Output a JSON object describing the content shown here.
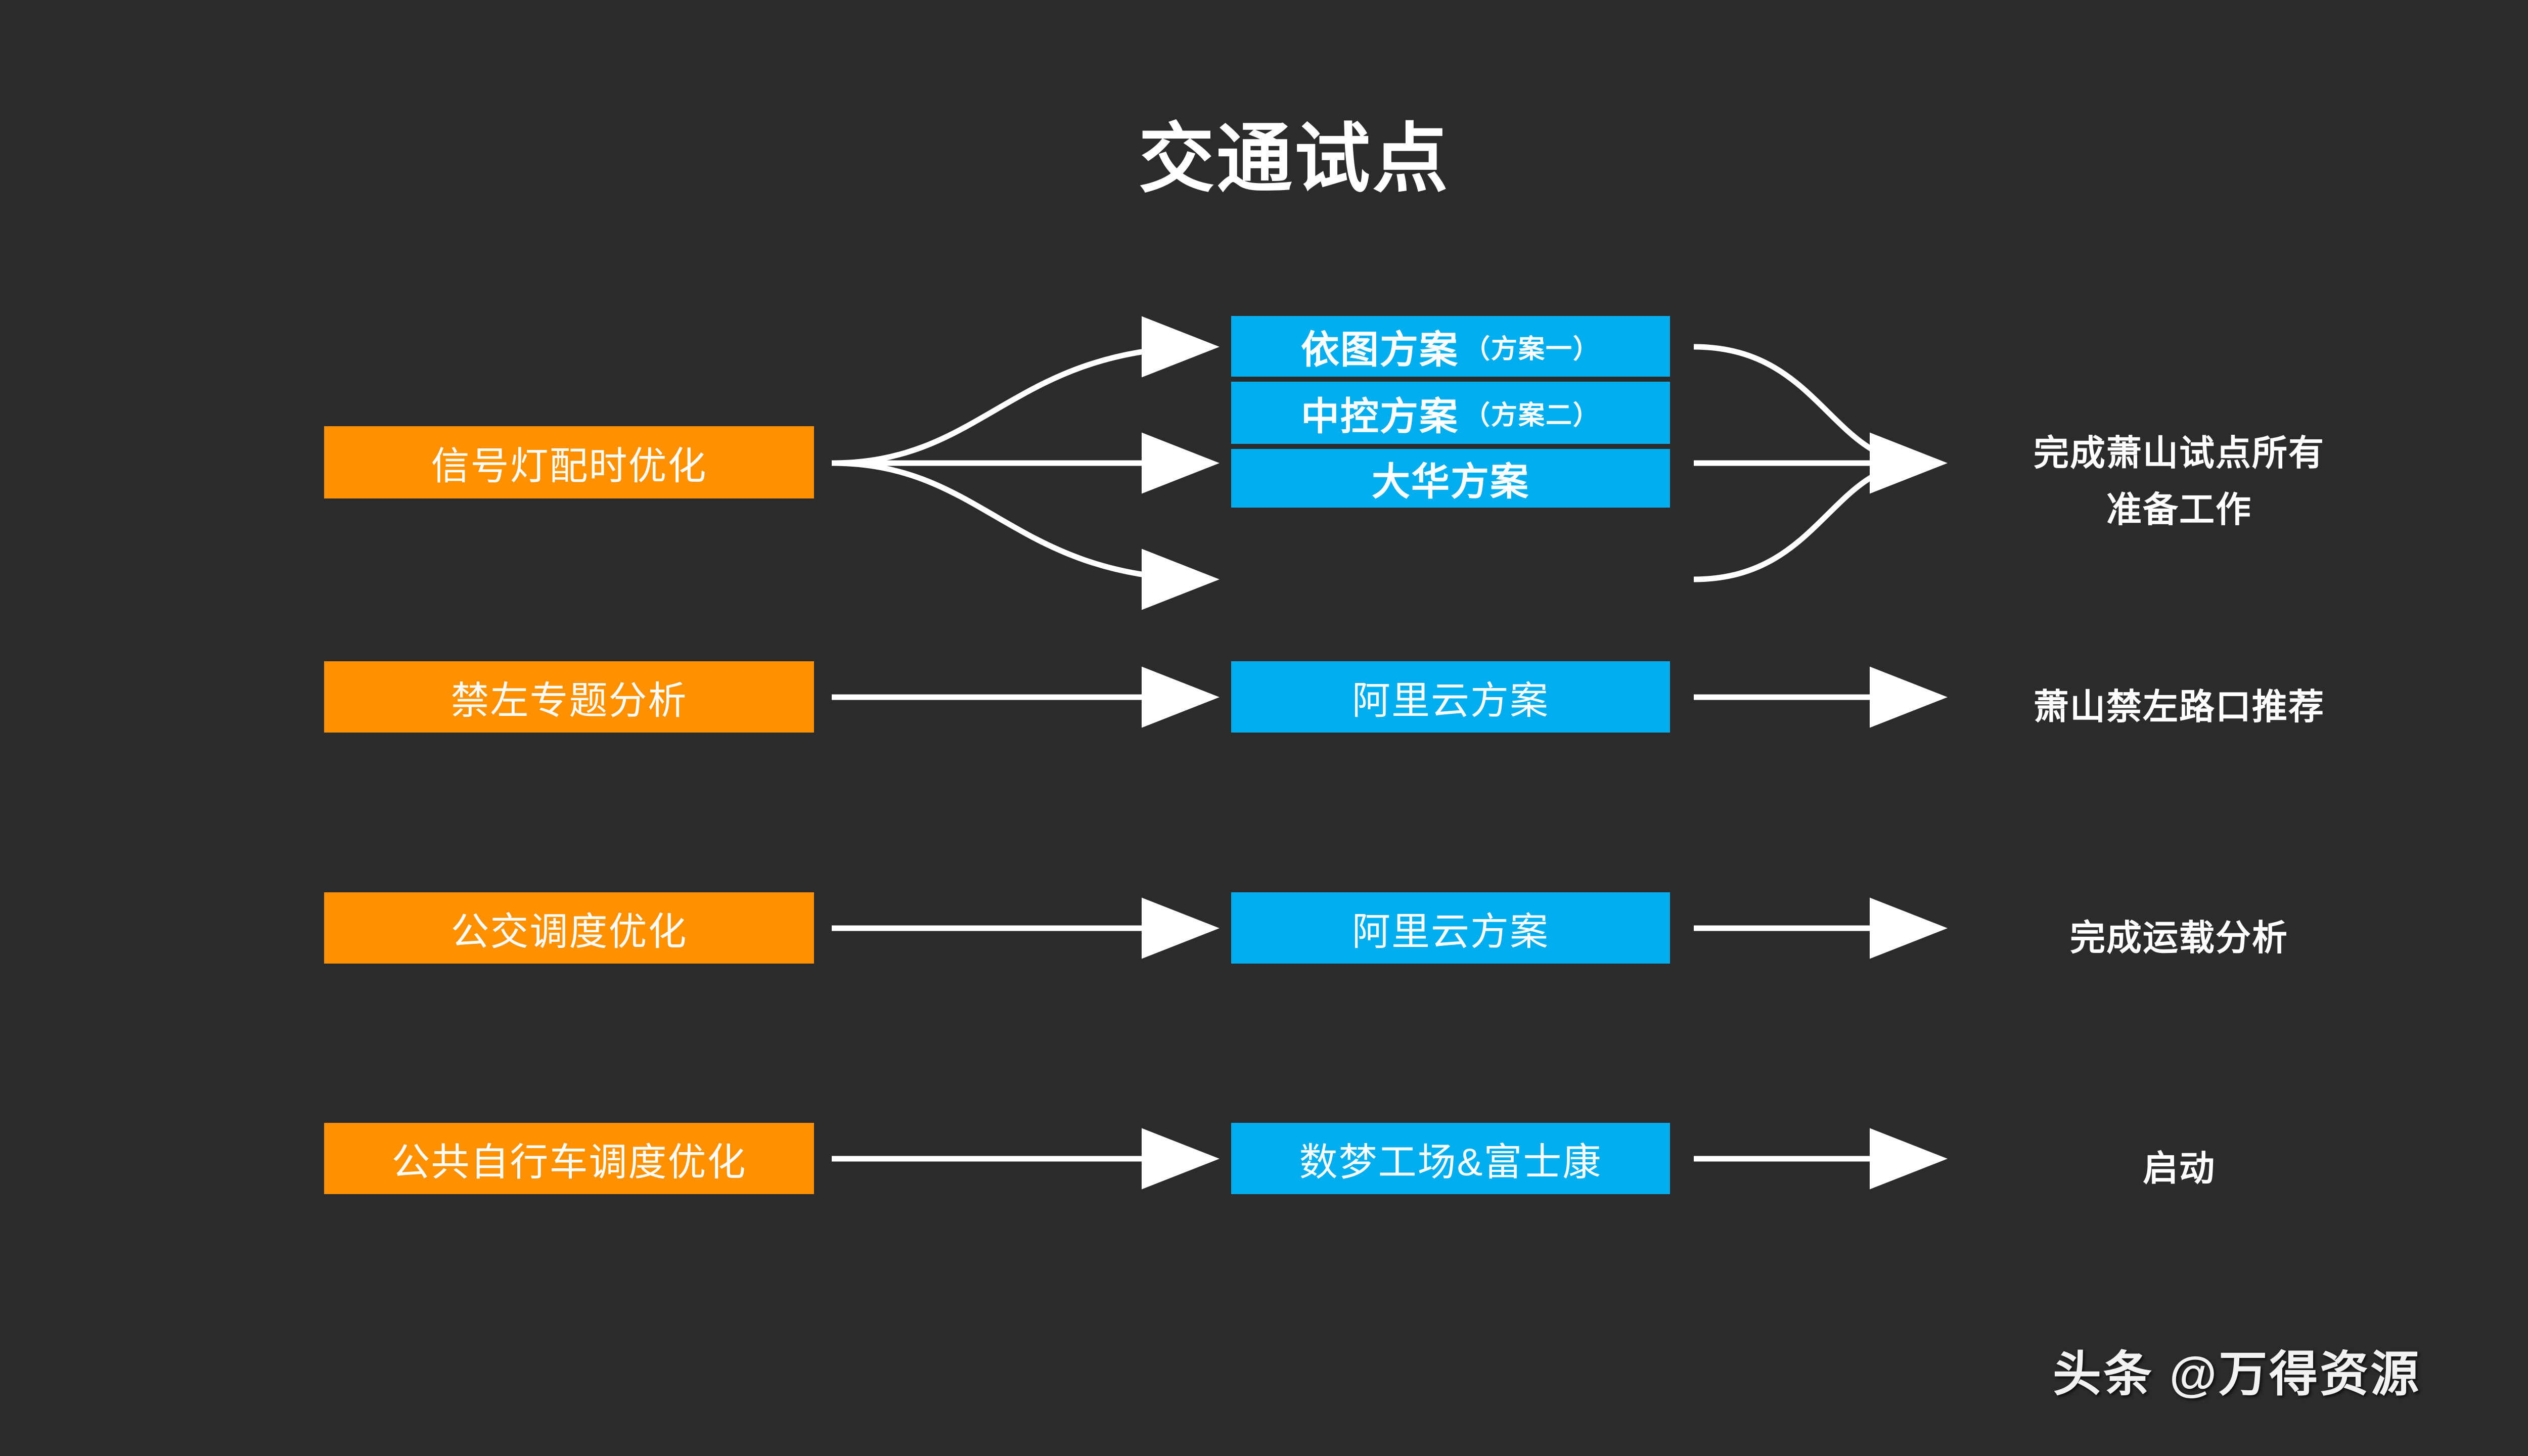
{
  "slide": {
    "title": "交通试点",
    "background_color": "#2b2b2b",
    "orange_color": "#ff9100",
    "blue_color": "#00aeef",
    "text_color": "#ffffff"
  },
  "rows": [
    {
      "topic": "信号灯配时优化",
      "solutions": [
        {
          "name": "依图方案",
          "tag": "（方案一）"
        },
        {
          "name": "中控方案",
          "tag": "（方案二）"
        },
        {
          "name": "大华方案",
          "tag": ""
        }
      ],
      "outcome_line1": "完成萧山试点所有",
      "outcome_line2": "准备工作"
    },
    {
      "topic": "禁左专题分析",
      "solutions": [
        {
          "name": "阿里云方案",
          "tag": ""
        }
      ],
      "outcome_line1": "萧山禁左路口推荐",
      "outcome_line2": ""
    },
    {
      "topic": "公交调度优化",
      "solutions": [
        {
          "name": "阿里云方案",
          "tag": ""
        }
      ],
      "outcome_line1": "完成运载分析",
      "outcome_line2": ""
    },
    {
      "topic": "公共自行车调度优化",
      "solutions": [
        {
          "name": "数梦工场&富士康",
          "tag": ""
        }
      ],
      "outcome_line1": "启动",
      "outcome_line2": ""
    }
  ],
  "watermark": "头条 @万得资源"
}
